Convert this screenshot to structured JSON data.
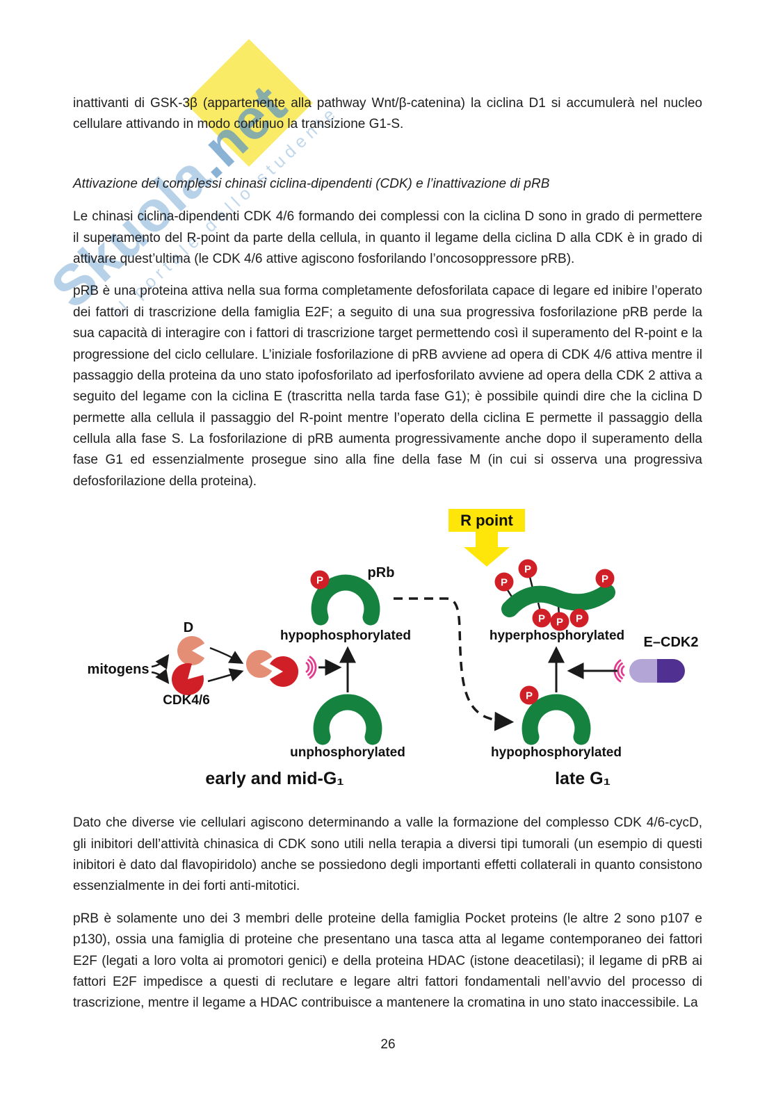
{
  "page": {
    "number": "26"
  },
  "watermark": {
    "brand_main": "Skuola",
    "brand_suffix": ".net",
    "tagline": "il portale dello studente"
  },
  "document": {
    "heading": "Attivazione dei complessi chinasi ciclina-dipendenti (CDK) e l’inattivazione di pRB",
    "paragraphs": [
      "inattivanti di GSK-3β (appartenente alla pathway Wnt/β-catenina) la ciclina D1 si accumulerà nel nucleo cellulare attivando in modo continuo la transizione G1-S.",
      "Le chinasi ciclina-dipendenti CDK 4/6 formando dei complessi con la ciclina D sono in grado di permettere il superamento del R-point da parte della cellula, in quanto il legame della ciclina D alla CDK è in grado di attivare quest’ultima (le CDK 4/6 attive agiscono fosforilando l’oncosoppressore pRB).",
      "pRB è una proteina attiva nella sua forma completamente defosforilata capace di legare ed inibire l’operato dei fattori di trascrizione della famiglia E2F; a seguito di una sua progressiva fosforilazione pRB perde la sua capacità di interagire con i fattori di trascrizione target permettendo così il superamento del R-point e la progressione del ciclo cellulare. L’iniziale fosforilazione di pRB avviene ad opera di CDK 4/6 attiva mentre il passaggio della proteina da uno stato ipofosforilato ad iperfosforilato avviene ad opera della CDK 2 attiva a seguito del legame con la ciclina E (trascritta nella tarda fase G1); è possibile quindi dire che la ciclina D permette alla cellula il passaggio del R-point mentre l’operato della ciclina E permette il passaggio della cellula alla fase S. La fosforilazione di pRB aumenta progressivamente anche dopo il superamento della fase G1 ed essenzialmente prosegue sino alla fine della fase M (in cui si osserva una progressiva defosforilazione della proteina).",
      "Dato che diverse vie cellulari agiscono determinando a valle la formazione del complesso CDK 4/6-cycD, gli inibitori dell’attività chinasica di CDK sono utili nella terapia a diversi tipi tumorali (un esempio di questi inibitori è dato dal flavopiridolo) anche se possiedono degli importanti effetti collaterali in quanto consistono essenzialmente in dei forti anti-mitotici.",
      "pRB è solamente uno dei 3 membri delle proteine della famiglia Pocket proteins (le altre 2 sono p107 e p130), ossia una famiglia di proteine che presentano una tasca atta al legame contemporaneo dei fattori E2F (legati a loro volta ai promotori genici) e della proteina HDAC (istone deacetilasi); il legame di pRB ai fattori E2F impedisce a questi di reclutare e legare altri fattori fondamentali nell’avvio del processo di trascrizione, mentre il legame a HDAC contribuisce a mantenere la cromatina in uno stato inaccessibile. La"
    ]
  },
  "figure": {
    "r_point": "R point",
    "prb": "pRb",
    "phosphate": "P",
    "hypophosphorylated_early": "hypophosphorylated",
    "hyperphosphorylated": "hyperphosphorylated",
    "unphosphorylated": "unphosphorylated",
    "hypophosphorylated_late": "hypophosphorylated",
    "e_cdk2": "E–CDK2",
    "mitogens": "mitogens",
    "cyclin_d": "D",
    "cdk46": "CDK4/6",
    "early_mid_g1": "early and mid-G₁",
    "late_g1": "late G₁",
    "colors": {
      "green": "#15823f",
      "red": "#d01f26",
      "salmon": "#e58e76",
      "purple_dark": "#503090",
      "purple_light": "#b3a6d6",
      "pink": "#e23a8e",
      "yellow": "#ffe60a"
    }
  }
}
